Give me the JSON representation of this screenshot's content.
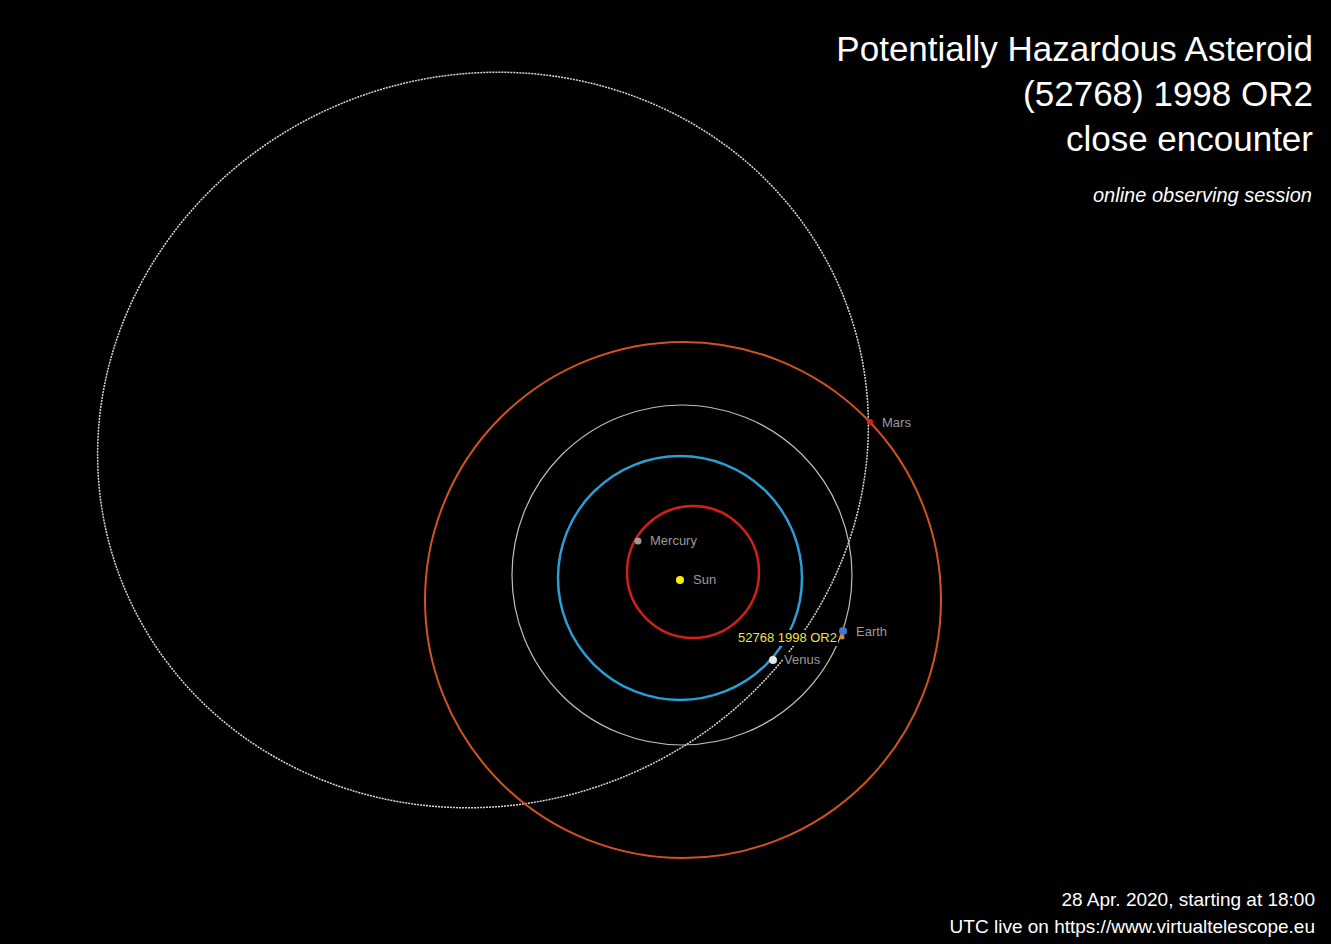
{
  "diagram": {
    "title": "Potentially Hazardous Asteroid (52768) 1998 OR2 close encounter",
    "caption": "28 Apr. 2020, starting at 18:00 UTC live on https://www.virtualtelescope.eu",
    "labels": [
      "online observing session",
      "Mars",
      "Mercury",
      "Sun",
      "Earth",
      "52768 1998 OR2",
      "Venus"
    ]
  }
}
